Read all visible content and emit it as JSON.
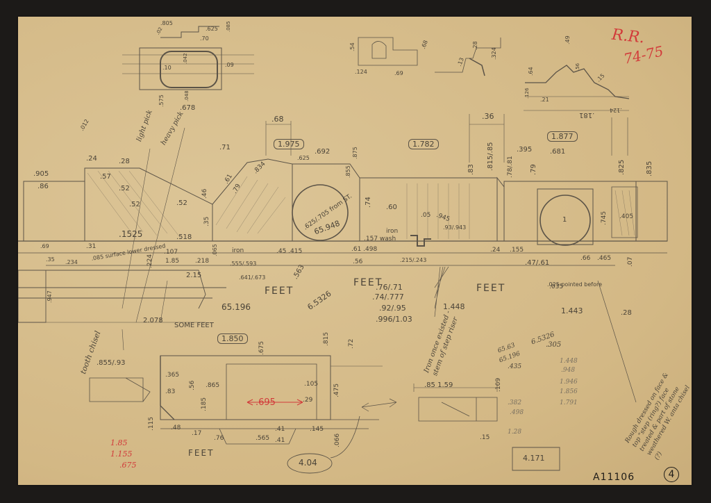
{
  "header": {
    "reference_line1": "R.R.",
    "reference_line2": "74-75",
    "catalog_number": "A11106",
    "page_number": "4"
  },
  "framed_values": {
    "top_left": "1.975",
    "top_middle": "1.782",
    "top_right": "1.877",
    "bottom": "1.850",
    "circled_bottom": "4.04",
    "boxed_bottom_right": "4.171"
  },
  "words": {
    "feet_1": "FEET",
    "feet_2": "FEET",
    "feet_3": "FEET",
    "feet_bottom": "FEET",
    "some_feet": "SOME FEET",
    "tool_chisel": "tooth chisel",
    "light_pick": "light pick",
    "heavy_pick": "heavy pick",
    "iron_1": "iron",
    "iron_2": "iron",
    "tenon_note": ".625/.705 from ST.",
    "iron_once_note": "Iron once existed - stem of step riser",
    "corner_note": "Rough dressed on face & top \"step (ring?) face treated & part of stone weathered W. anta chisel (?)",
    "pointed_before": ".025 pointed before"
  },
  "red_dimension": ".695",
  "red_bottom_notes": [
    "1.85",
    "1.155",
    ".675"
  ],
  "dimensions": {
    "d_905": ".905",
    "d_86": ".86",
    "d_57": ".57",
    "d_52": ".52",
    "d_52b": ".52",
    "d_52c": ".52",
    "d_1525": ".1525",
    "d_518": ".518",
    "d_28": ".28",
    "d_24": ".24",
    "d_71": ".71",
    "d_68": ".68",
    "d_692": ".692",
    "d_625": ".625",
    "d_875": ".875",
    "d_855": ".855",
    "d_36": ".36",
    "d_83": ".83",
    "d_815_85": ".815/.85",
    "d_7881": ".78/.81",
    "d_79": ".79",
    "d_395": ".395",
    "d_681": ".681",
    "d_825": ".825",
    "d_835": ".835",
    "d_745": ".745",
    "d_405": ".405",
    "d_74": ".74",
    "d_60": ".60",
    "d_1": "1",
    "d_65948": "65.948",
    "d_157": ".157 wash",
    "d_498": ".61 .498",
    "d_05": ".05",
    "d_945": ".945",
    "d_093": ".93/.943",
    "d_215": ".215/.243",
    "d_155": ".155",
    "d_4761": ".47/.61",
    "d_66": ".66",
    "d_465": ".465",
    "d_07": ".07",
    "d_035": ".035",
    "d_31": ".31",
    "d_85": ".085 surface lower dressed",
    "d_107": ".107",
    "d_185": "1.85",
    "d_224": ".224",
    "d_218": ".218",
    "d_065": ".065",
    "d_555": ".555/.593",
    "d_641": ".641/.673",
    "d_415": ".45 .415",
    "d_563": ".563",
    "d_56": ".56",
    "d_6532": "6.5326",
    "d_7671": ".76/.71",
    "d_7477": ".74/.777",
    "d_9295": ".92/.95",
    "d_996": ".996/1.03",
    "d_1448": "1.448",
    "d_1443": "1.443",
    "d_28b": ".28",
    "d_215b": "2.15",
    "d_65196": "65.196",
    "d_2078": "2.078",
    "d_35": ".35",
    "d_234": ".234",
    "d_947": ".947",
    "d_69": ".69",
    "d_012": ".012",
    "d_855_93": ".855/.93",
    "d_365": ".365",
    "d_83b": ".83",
    "d_56b": ".56",
    "d_865": ".865",
    "d_185b": ".185",
    "d_48": ".48",
    "d_17": ".17",
    "d_115": ".115",
    "d_76": ".76",
    "d_565": ".565",
    "d_41": ".41",
    "d_41b": ".41",
    "d_105": ".105",
    "d_29": ".29",
    "d_145": ".145",
    "d_066": ".066",
    "d_675": ".675",
    "d_815": ".815",
    "d_72": ".72",
    "d_475": ".475",
    "d_85_159": ".85 1.59",
    "d_109": ".109",
    "d_15": ".15",
    "d_382": ".382",
    "d_498b": ".498",
    "d_128": "1.28",
    "d_6532b": "6.5326",
    "d_305": ".305",
    "d_6563": "65.63",
    "d_65196b": "65.196",
    "d_435": ".435",
    "d_1448b": "1.448",
    "d_948": ".948",
    "d_1946": "1.946",
    "d_1856": "1.856",
    "d_1791": "1.791",
    "d_805": ".805",
    "d_625b": ".625",
    "d_70": ".70",
    "d_085": ".085",
    "d_10": ".10",
    "d_042": ".042",
    "d_09": ".09",
    "d_575": ".575",
    "d_678": ".678",
    "d_048": ".048",
    "d_02": ".02",
    "d_54": ".54",
    "d_124": ".124",
    "d_69b": ".69",
    "d_68b": ".68",
    "d_13": ".13",
    "d_28c": ".28",
    "d_324": ".324",
    "d_64": ".64",
    "d_49": ".49",
    "d_56c": ".56",
    "d_15b": ".15",
    "d_126": ".126",
    "d_21": ".21",
    "d_181": ".181",
    "d_124b": ".124",
    "d_46": ".46",
    "d_35b": ".35",
    "d_61": ".61",
    "d_834": ".834",
    "d_79b": ".79"
  }
}
